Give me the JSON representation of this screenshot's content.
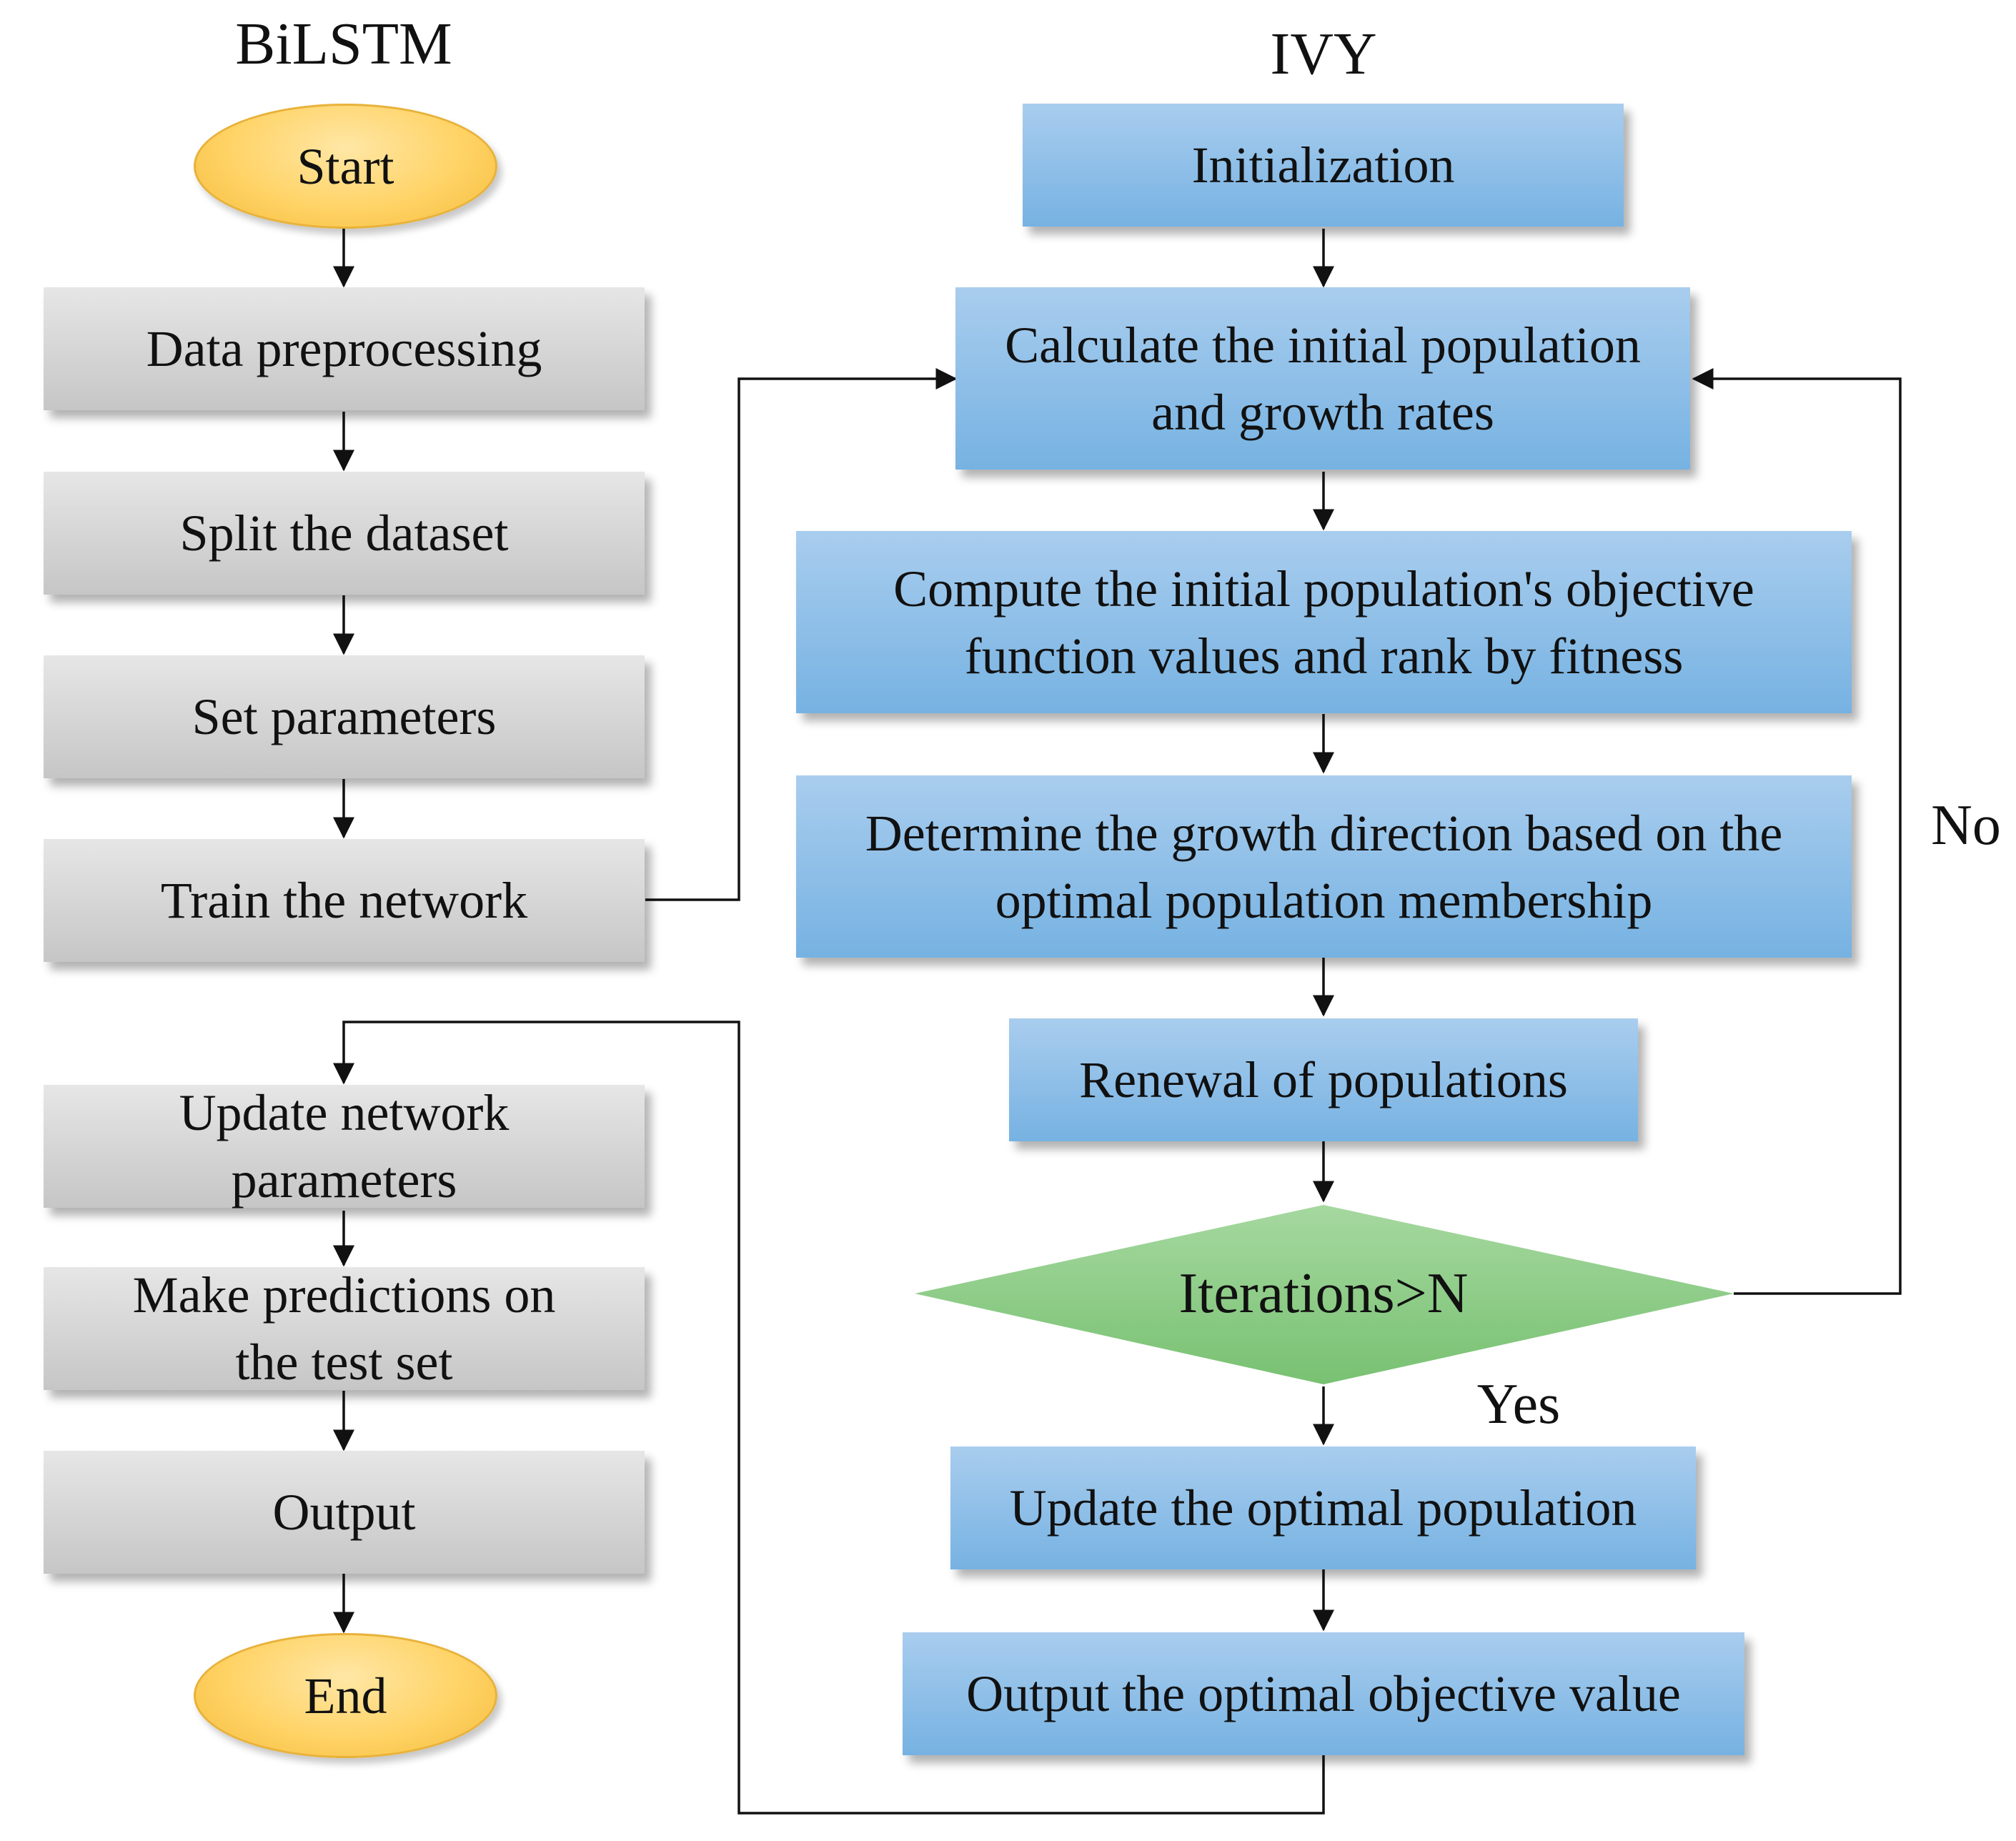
{
  "headers": {
    "left": "BiLSTM",
    "right": "IVY"
  },
  "bilstm": {
    "start": "Start",
    "data_preprocessing": "Data preprocessing",
    "split_dataset": "Split the dataset",
    "set_parameters": "Set parameters",
    "train_network": "Train the network",
    "update_network_parameters": "Update network parameters",
    "make_predictions": "Make predictions on the test set",
    "output": "Output",
    "end": "End"
  },
  "ivy": {
    "initialization": "Initialization",
    "calculate_initial": "Calculate the initial population and growth rates",
    "compute_objective": "Compute the initial population's objective function values and rank by fitness",
    "determine_direction": "Determine the growth direction based on the optimal population membership",
    "renewal": "Renewal of populations",
    "decision": "Iterations>N",
    "update_optimal": "Update the optimal population",
    "output_optimal": "Output the optimal objective value"
  },
  "edge_labels": {
    "no": "No",
    "yes": "Yes"
  },
  "colors": {
    "grey_box": "#d4d4d4",
    "blue_box": "#8ec0e8",
    "decision_fill": "#8fca8c",
    "terminal_fill": "#ffd366",
    "line": "#111111"
  }
}
